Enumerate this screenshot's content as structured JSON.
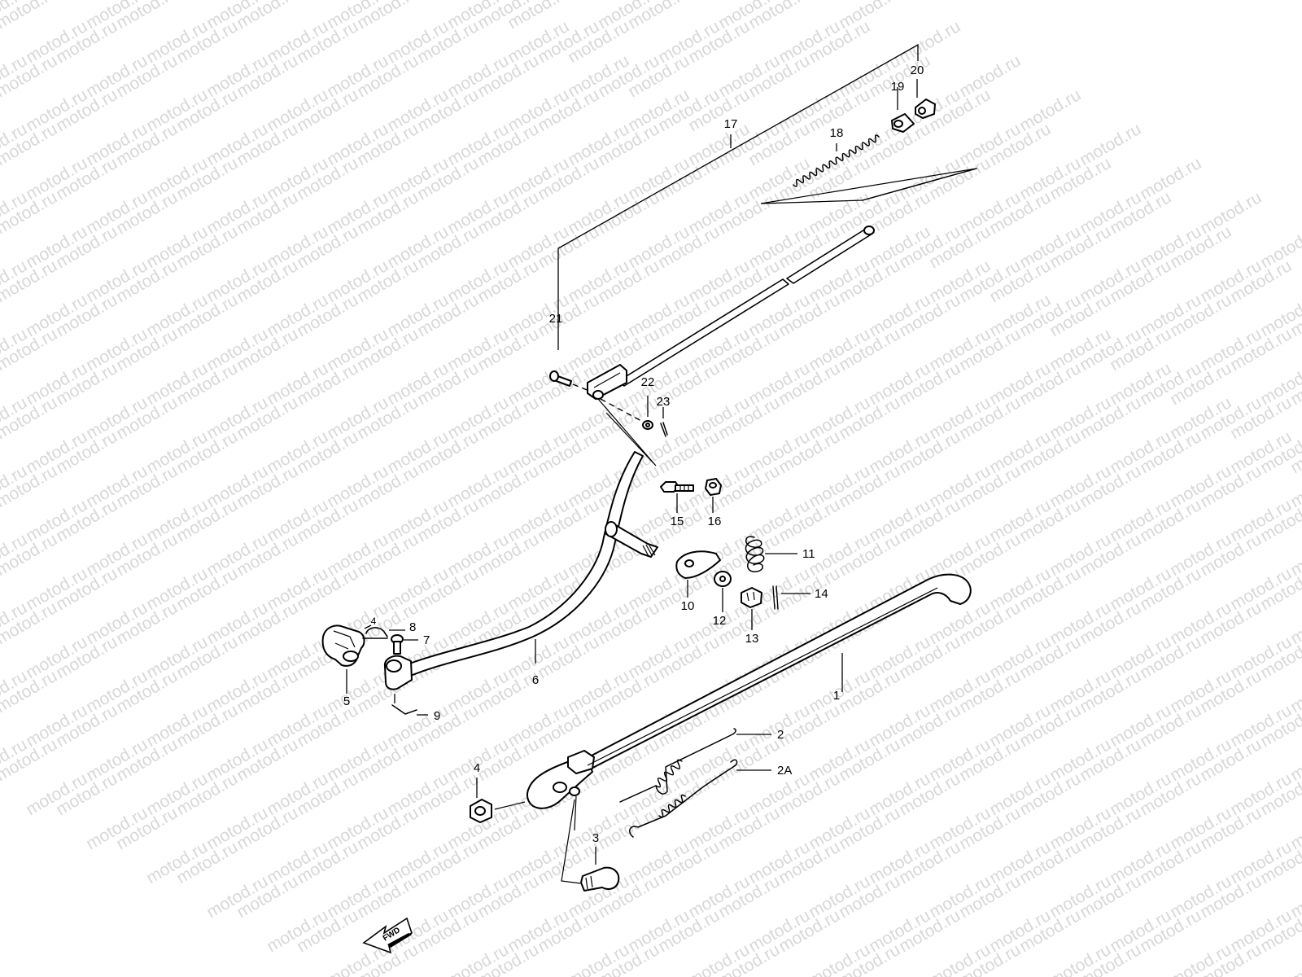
{
  "watermark": "motod.ru",
  "fwd_label": "FWD",
  "labels": [
    {
      "id": "1",
      "text": "1"
    },
    {
      "id": "2",
      "text": "2"
    },
    {
      "id": "2A",
      "text": "2A"
    },
    {
      "id": "3",
      "text": "3"
    },
    {
      "id": "4a",
      "text": "4"
    },
    {
      "id": "4b",
      "text": "4"
    },
    {
      "id": "5",
      "text": "5"
    },
    {
      "id": "6",
      "text": "6"
    },
    {
      "id": "7",
      "text": "7"
    },
    {
      "id": "8",
      "text": "8"
    },
    {
      "id": "9",
      "text": "9"
    },
    {
      "id": "10",
      "text": "10"
    },
    {
      "id": "11",
      "text": "11"
    },
    {
      "id": "12",
      "text": "12"
    },
    {
      "id": "13",
      "text": "13"
    },
    {
      "id": "14",
      "text": "14"
    },
    {
      "id": "15",
      "text": "15"
    },
    {
      "id": "16",
      "text": "16"
    },
    {
      "id": "17",
      "text": "17"
    },
    {
      "id": "18",
      "text": "18"
    },
    {
      "id": "19",
      "text": "19"
    },
    {
      "id": "20",
      "text": "20"
    },
    {
      "id": "21",
      "text": "21"
    },
    {
      "id": "22",
      "text": "22"
    },
    {
      "id": "23",
      "text": "23"
    }
  ]
}
